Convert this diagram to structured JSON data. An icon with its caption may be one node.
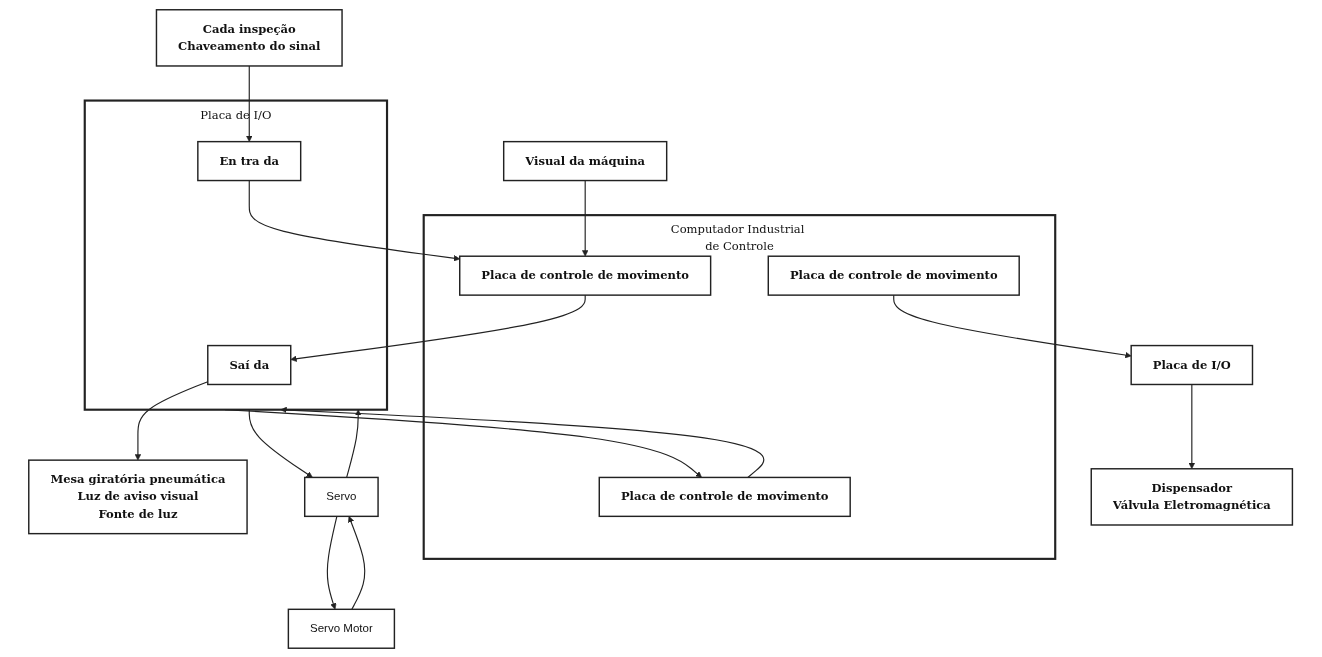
{
  "diagram": {
    "nodes": [
      {
        "text": [
          "Computador Industrial de Controle"
        ]
      },
      {
        "text": [
          "Placa de controle de movimento"
        ],
        "in": 0
      },
      {
        "text": [
          "Placa de controle de movimento"
        ],
        "in": 0
      },
      {
        "text": [
          "Placa de controle de movimento"
        ],
        "in": 0
      },
      {
        "text": [
          "Visual da máquina"
        ]
      },
      {
        "text": [
          "Placa de I/O"
        ]
      },
      {
        "text": [
          "Dispensador",
          "Válvula Eletromagnética"
        ]
      },
      {
        "text": [
          "Mesa giratória pneumática",
          "Luz de aviso visual",
          "Fonte de luz"
        ]
      },
      {
        "text": [
          "Placa de I/O"
        ]
      },
      {
        "text": [
          "Saí da"
        ],
        "in": 8
      },
      {
        "text": [
          "En tra da"
        ],
        "in": 8
      },
      {
        "text": [
          "Cada inspeção",
          "Chaveamento do sinal"
        ]
      },
      {
        "text": [
          "Servo"
        ]
      },
      {
        "text": [
          "Servo Motor"
        ]
      }
    ],
    "edges": [
      {
        "from": 4,
        "to": 1,
        "arrow": "to"
      },
      {
        "from": 1,
        "to": 9,
        "arrow": "to"
      },
      {
        "from": 10,
        "to": 1,
        "arrow": "to"
      },
      {
        "from": 2,
        "to": 8,
        "arrow": "to"
      },
      {
        "from": 8,
        "to": 2,
        "arrow": "to"
      },
      {
        "from": 3,
        "to": 5,
        "arrow": "to"
      },
      {
        "from": 5,
        "to": 6,
        "arrow": "to"
      },
      {
        "from": 9,
        "to": 7,
        "arrow": "to"
      },
      {
        "from": 11,
        "to": 10,
        "arrow": "to"
      },
      {
        "from": 8,
        "to": 12,
        "arrow": "to"
      },
      {
        "from": 12,
        "to": 8,
        "arrow": "to"
      },
      {
        "from": 13,
        "to": 12,
        "arrow": "to"
      },
      {
        "from": 12,
        "to": 13,
        "arrow": "to"
      }
    ]
  }
}
